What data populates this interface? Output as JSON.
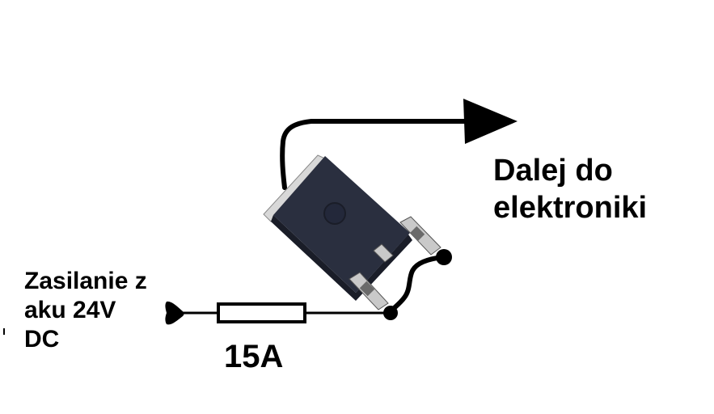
{
  "diagram": {
    "source_label_lines": [
      "Zasilanie z",
      "aku 24V",
      "DC"
    ],
    "destination_label_lines": [
      "Dalej do",
      "elektroniki"
    ],
    "fuse_label": "15A",
    "colors": {
      "background": "#ffffff",
      "wire": "#000000",
      "component_body": "#2a2f3f",
      "component_edge": "#1a1d28",
      "pin_metal": "#c9c9c9",
      "tab_metal": "#d8d8d8"
    },
    "components": [
      {
        "name": "fuse",
        "value": "15A"
      },
      {
        "name": "transistor-dpak-package"
      }
    ]
  }
}
